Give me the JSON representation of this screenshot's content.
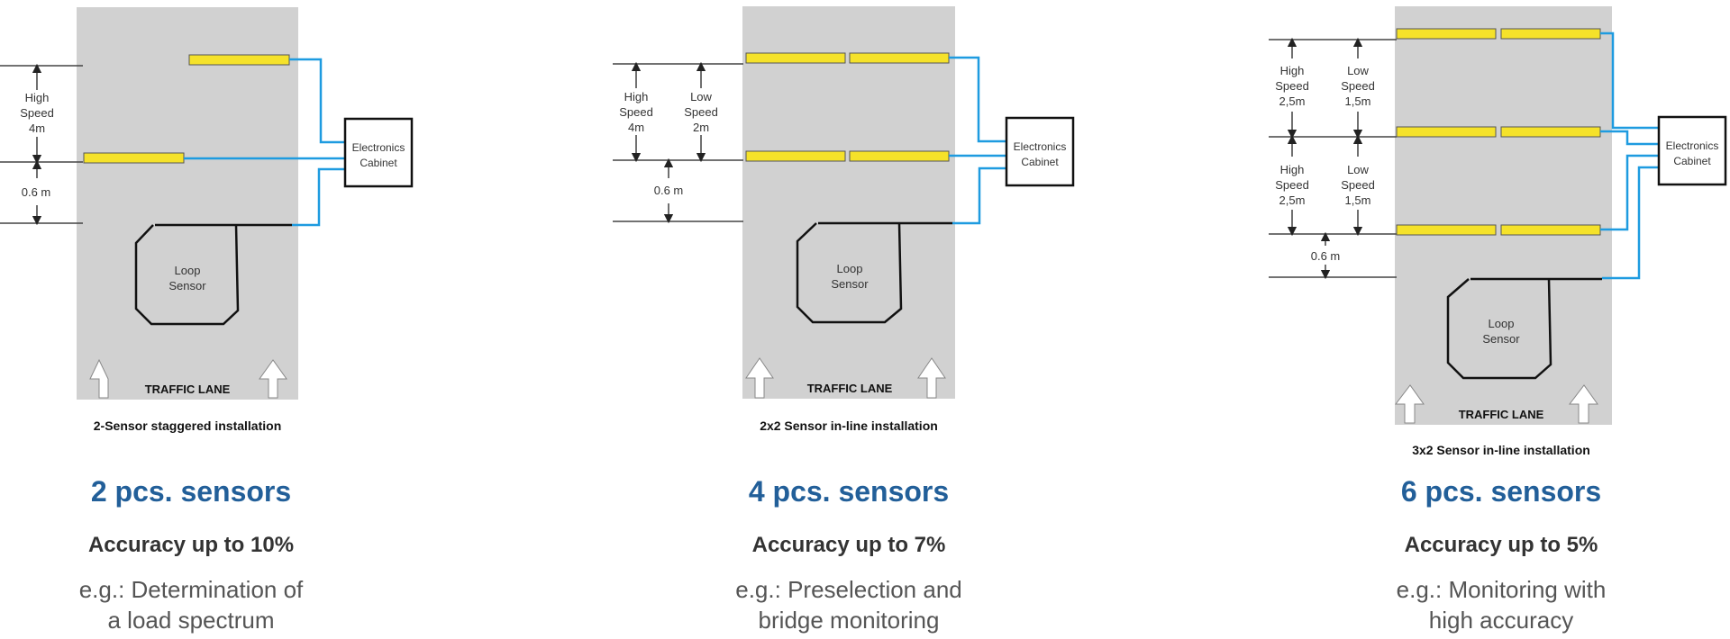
{
  "colors": {
    "lane": "#d1d1d1",
    "sensor": "#f5e22a",
    "cable": "#1e9be0",
    "headline": "#225f99",
    "text": "#333333"
  },
  "common": {
    "cabinet_line1": "Electronics",
    "cabinet_line2": "Cabinet",
    "loop_line1": "Loop",
    "loop_line2": "Sensor",
    "traffic_lane": "TRAFFIC LANE",
    "gap_label": "0.6 m"
  },
  "panels": [
    {
      "caption": "2-Sensor staggered installation",
      "sensors": "2 pcs. sensors",
      "accuracy": "Accuracy up to 10%",
      "example_line1": "e.g.: Determination of",
      "example_line2": "a load spectrum",
      "dim1": [
        "High",
        "Speed",
        "4m"
      ]
    },
    {
      "caption": "2x2 Sensor in-line installation",
      "sensors": "4 pcs. sensors",
      "accuracy": "Accuracy up to 7%",
      "example_line1": "e.g.: Preselection and",
      "example_line2": "bridge monitoring",
      "dim_high": [
        "High",
        "Speed",
        "4m"
      ],
      "dim_low": [
        "Low",
        "Speed",
        "2m"
      ]
    },
    {
      "caption": "3x2 Sensor in-line installation",
      "sensors": "6 pcs. sensors",
      "accuracy": "Accuracy up to 5%",
      "example_line1": "e.g.: Monitoring with",
      "example_line2": "high accuracy",
      "dim_high": [
        "High",
        "Speed",
        "2,5m"
      ],
      "dim_low": [
        "Low",
        "Speed",
        "1,5m"
      ]
    }
  ]
}
